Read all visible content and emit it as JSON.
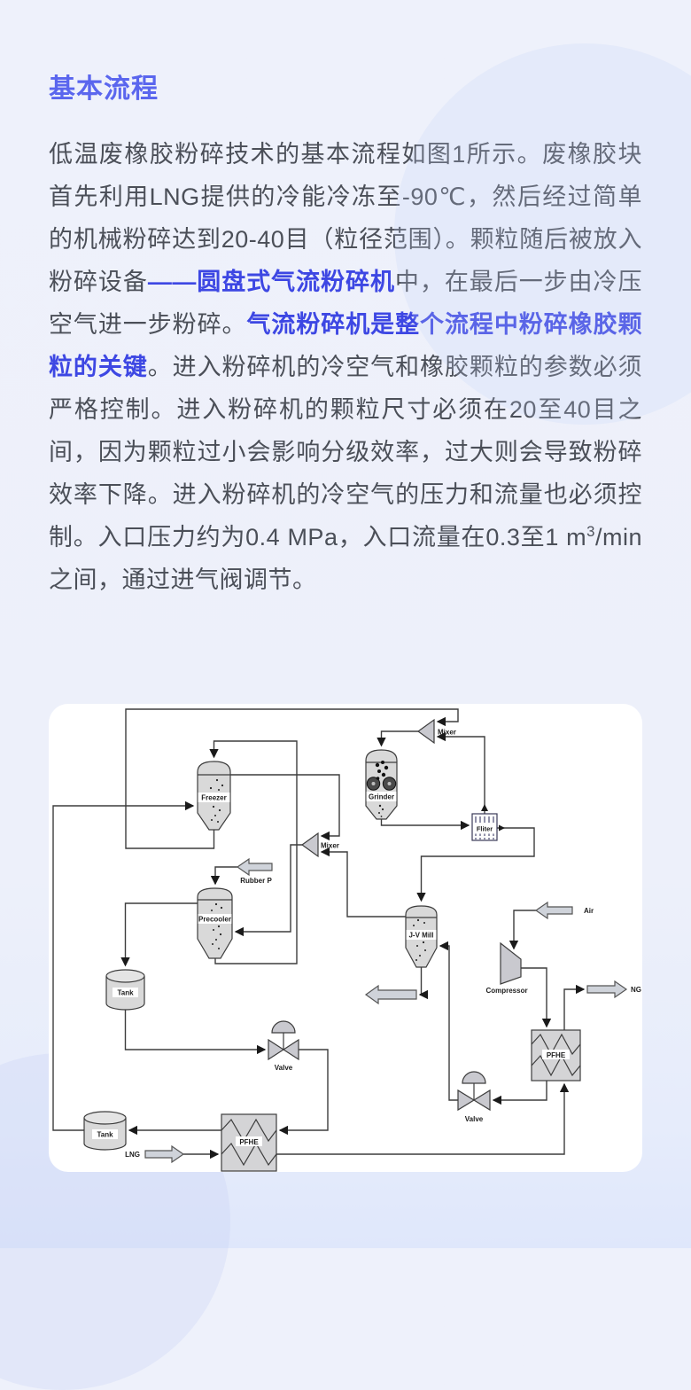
{
  "page": {
    "title": "基本流程",
    "paragraph": {
      "segments": [
        {
          "text": "低温废橡胶粉碎技术的基本流程如图1所示。废橡胶块首先利用LNG提供的冷能冷冻至-90℃，然后经过简单的机械粉碎达到20-40目（粒径范围）。颗粒随后被放入粉碎设备",
          "style": "normal"
        },
        {
          "text": "——圆盘式气流粉碎机",
          "style": "accent"
        },
        {
          "text": "中，在最后一步由冷压空气进一步粉碎。",
          "style": "normal"
        },
        {
          "text": "气流粉碎机是整个流程中粉碎橡胶颗粒的关键",
          "style": "accent"
        },
        {
          "text": "。进入粉碎机的冷空气和橡胶颗粒的参数必须严格控制。进入粉碎机的颗粒尺寸必须在20至40目之间，因为颗粒过小会影响分级效率，过大则会导致粉碎效率下降。进入粉碎机的冷空气的压力和流量也必须控制。入口压力约为0.4 MPa，入口流量在0.3至1 m",
          "style": "normal"
        },
        {
          "text": "3",
          "style": "sup"
        },
        {
          "text": "/min之间，通过进气阀调节。",
          "style": "normal"
        }
      ]
    }
  },
  "diagram": {
    "labels": {
      "freezer": "Freezer",
      "mixer_top": "Mixer",
      "mixer_mid": "Mixer",
      "grinder": "Grinder",
      "filter": "Fliter",
      "rubber_in": "Rubber P",
      "precooler": "Precooler",
      "jv_mill": "J-V Mill",
      "air_in": "Air",
      "compressor": "Compressor",
      "ng_out": "NG",
      "pfhe_right": "PFHE",
      "pfhe_left": "PFHE",
      "tank_upper": "Tank",
      "tank_lower": "Tank",
      "valve_left": "Valve",
      "valve_right": "Valve",
      "lng_in": "LNG"
    }
  },
  "colors": {
    "accent_title": "#5a66ee",
    "accent_link": "#3d47e3",
    "body_text": "#4b4f58",
    "page_bg": "#edf0fa",
    "card_bg": "#ffffff",
    "diagram_line": "#3d3d3d",
    "vessel_fill": "#d9d9d9"
  }
}
